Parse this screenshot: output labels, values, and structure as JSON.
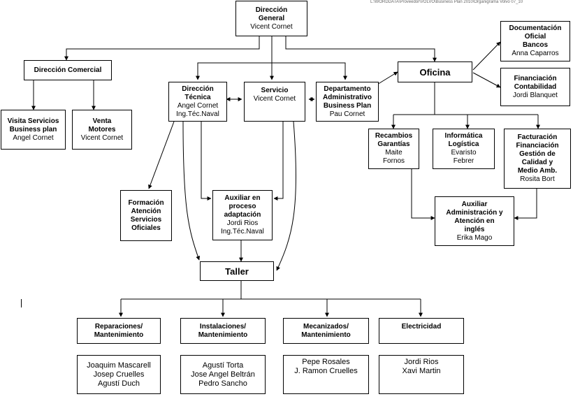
{
  "file_path": "L:\\WORDDATA\\Proveedor\\VOLVO\\Business Plan 2010\\Organigrama Volvo 07_10",
  "nodes": {
    "direccion_general": {
      "title": [
        "Dirección",
        "General"
      ],
      "person": "Vicent Cornet"
    },
    "direccion_comercial": {
      "title": [
        "Dirección Comercial"
      ]
    },
    "visita_servicios": {
      "title": [
        "Visita Servicios",
        "Business plan"
      ],
      "person": "Angel Cornet"
    },
    "venta_motores": {
      "title": [
        "Venta",
        "Motores"
      ],
      "person": "Vicent Cornet"
    },
    "direccion_tecnica": {
      "title": [
        "Dirección",
        "Técnica"
      ],
      "person": [
        "Angel Cornet",
        "Ing.Téc.Naval"
      ]
    },
    "servicio": {
      "title": [
        "Servicio"
      ],
      "person": "Vicent Cornet"
    },
    "depto_admin": {
      "title": [
        "Departamento",
        "Administrativo",
        "Business Plan"
      ],
      "person": "Pau Cornet"
    },
    "oficina": {
      "title": [
        "Oficina"
      ]
    },
    "documentacion": {
      "title": [
        "Documentación",
        "Oficial",
        "Bancos"
      ],
      "person": "Anna Caparros"
    },
    "financiacion": {
      "title": [
        "Financiación",
        "Contabilidad"
      ],
      "person": "Jordi Blanquet"
    },
    "formacion": {
      "title": [
        "Formación",
        "Atención",
        "Servicios",
        "Oficiales"
      ]
    },
    "auxiliar_proceso": {
      "title": [
        "Auxiliar en",
        "proceso",
        "adaptación"
      ],
      "person": [
        "Jordi Rios",
        "Ing.Téc.Naval"
      ]
    },
    "recambios": {
      "title": [
        "Recambios",
        "Garantías"
      ],
      "person": [
        "Maite",
        "Fornos"
      ]
    },
    "informatica": {
      "title": [
        "Informática",
        "Logística"
      ],
      "person": [
        "Evaristo",
        "Febrer"
      ]
    },
    "facturacion": {
      "title": [
        "Facturación",
        "Financiación",
        "Gestión de",
        "Calidad y",
        "Medio Amb."
      ],
      "person": "Rosita Bort"
    },
    "auxiliar_admin": {
      "title": [
        "Auxiliar",
        "Administración y",
        "Atención en",
        "inglés"
      ],
      "person": "Erika Mago"
    },
    "taller": {
      "title": [
        "Taller"
      ]
    },
    "reparaciones": {
      "title": [
        "Reparaciones/",
        "Mantenimiento"
      ],
      "people": [
        "Joaquim Mascarell",
        "Josep Cruelles",
        "Agustí Duch"
      ]
    },
    "instalaciones": {
      "title": [
        "Instalaciones/",
        "Mantenimiento"
      ],
      "people": [
        "Agustí Torta",
        "Jose Angel Beltrán",
        "Pedro Sancho"
      ]
    },
    "mecanizados": {
      "title": [
        "Mecanizados/",
        "Mantenimiento"
      ],
      "people": [
        "Pepe Rosales",
        "J. Ramon Cruelles"
      ]
    },
    "electricidad": {
      "title": [
        "Electricidad"
      ],
      "people": [
        "Jordi Rios",
        "Xavi Martin"
      ]
    }
  }
}
